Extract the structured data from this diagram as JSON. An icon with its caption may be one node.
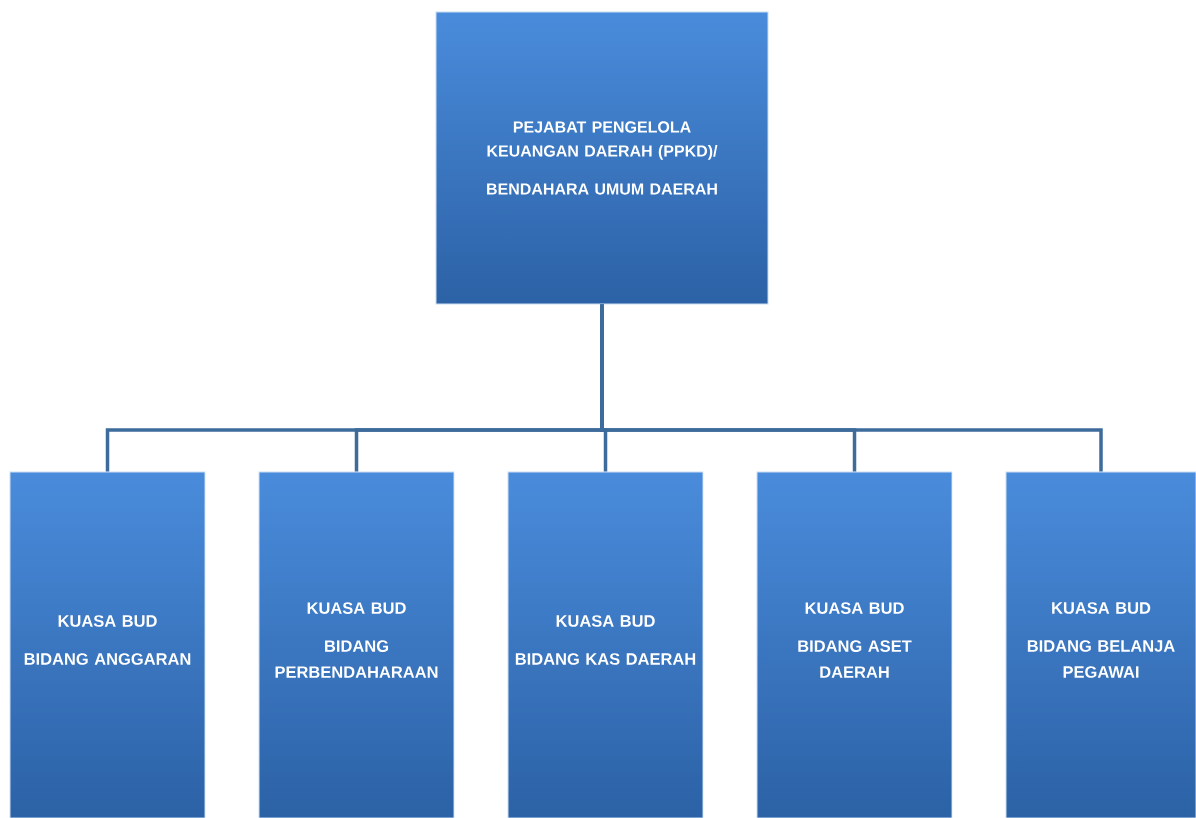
{
  "diagram": {
    "nodes": [
      {
        "text": [
          "PEJABAT PENGELOLA KEUANGAN DAERAH (PPKD)/",
          "BENDAHARA UMUM DAERAH"
        ]
      },
      {
        "text": [
          "KUASA BUD",
          "BIDANG ANGGARAN"
        ]
      },
      {
        "text": [
          "KUASA BUD",
          "BIDANG PERBENDAHARAAN"
        ]
      },
      {
        "text": [
          "KUASA BUD",
          "BIDANG KAS DAERAH"
        ]
      },
      {
        "text": [
          "KUASA BUD",
          "BIDANG ASET DAERAH"
        ]
      },
      {
        "text": [
          "KUASA BUD",
          "BIDANG BELANJA PEGAWAI"
        ]
      }
    ],
    "edges": [
      {
        "from": 0,
        "to": 1,
        "arrow": "none"
      },
      {
        "from": 0,
        "to": 2,
        "arrow": "none"
      },
      {
        "from": 0,
        "to": 3,
        "arrow": "none"
      },
      {
        "from": 0,
        "to": 4,
        "arrow": "none"
      },
      {
        "from": 0,
        "to": 5,
        "arrow": "none"
      }
    ]
  }
}
